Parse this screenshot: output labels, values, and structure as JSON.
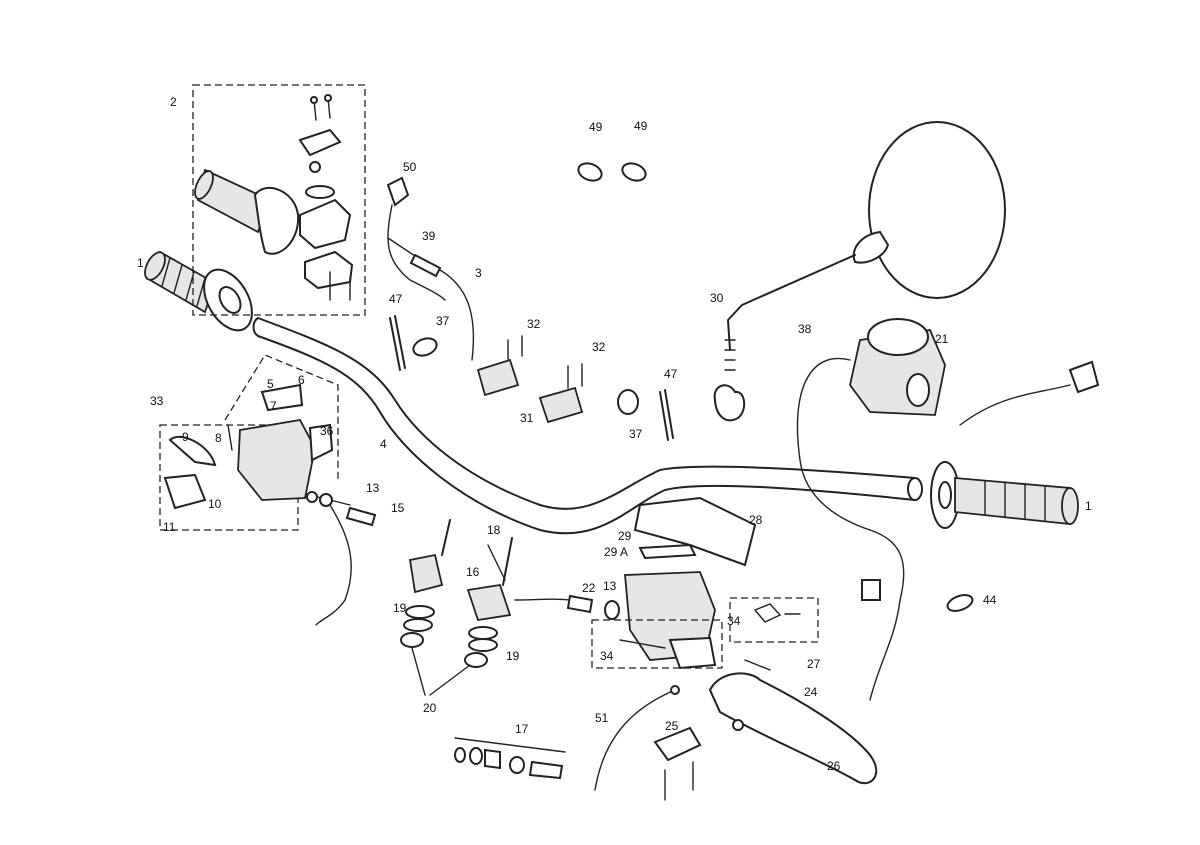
{
  "callouts": [
    {
      "id": "c1a",
      "text": "1"
    },
    {
      "id": "c1b",
      "text": "1"
    },
    {
      "id": "c2",
      "text": "2"
    },
    {
      "id": "c3",
      "text": "3"
    },
    {
      "id": "c4",
      "text": "4"
    },
    {
      "id": "c5",
      "text": "5"
    },
    {
      "id": "c6",
      "text": "6"
    },
    {
      "id": "c7",
      "text": "7"
    },
    {
      "id": "c8",
      "text": "8"
    },
    {
      "id": "c9",
      "text": "9"
    },
    {
      "id": "c10",
      "text": "10"
    },
    {
      "id": "c11",
      "text": "11"
    },
    {
      "id": "c13a",
      "text": "13"
    },
    {
      "id": "c13b",
      "text": "13"
    },
    {
      "id": "c15",
      "text": "15"
    },
    {
      "id": "c16",
      "text": "16"
    },
    {
      "id": "c17",
      "text": "17"
    },
    {
      "id": "c18",
      "text": "18"
    },
    {
      "id": "c19a",
      "text": "19"
    },
    {
      "id": "c19b",
      "text": "19"
    },
    {
      "id": "c20",
      "text": "20"
    },
    {
      "id": "c21",
      "text": "21"
    },
    {
      "id": "c22",
      "text": "22"
    },
    {
      "id": "c24",
      "text": "24"
    },
    {
      "id": "c25",
      "text": "25"
    },
    {
      "id": "c26",
      "text": "26"
    },
    {
      "id": "c27",
      "text": "27"
    },
    {
      "id": "c28",
      "text": "28"
    },
    {
      "id": "c29",
      "text": "29"
    },
    {
      "id": "c29a",
      "text": "29 A"
    },
    {
      "id": "c30",
      "text": "30"
    },
    {
      "id": "c31",
      "text": "31"
    },
    {
      "id": "c32a",
      "text": "32"
    },
    {
      "id": "c32b",
      "text": "32"
    },
    {
      "id": "c33",
      "text": "33"
    },
    {
      "id": "c34a",
      "text": "34"
    },
    {
      "id": "c34b",
      "text": "34"
    },
    {
      "id": "c36",
      "text": "36"
    },
    {
      "id": "c37a",
      "text": "37"
    },
    {
      "id": "c37b",
      "text": "37"
    },
    {
      "id": "c38",
      "text": "38"
    },
    {
      "id": "c39",
      "text": "39"
    },
    {
      "id": "c44",
      "text": "44"
    },
    {
      "id": "c47a",
      "text": "47"
    },
    {
      "id": "c47b",
      "text": "47"
    },
    {
      "id": "c49a",
      "text": "49"
    },
    {
      "id": "c49b",
      "text": "49"
    },
    {
      "id": "c50",
      "text": "50"
    },
    {
      "id": "c51",
      "text": "51"
    }
  ]
}
